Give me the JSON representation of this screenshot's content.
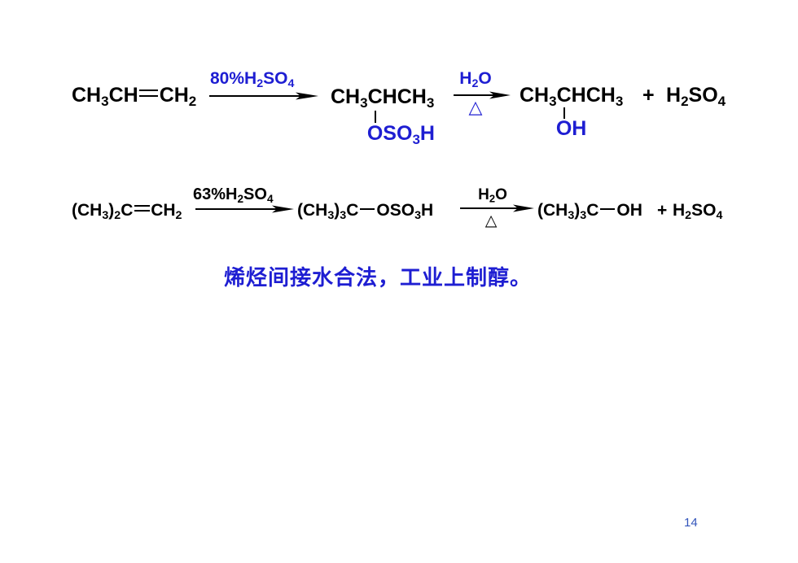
{
  "colors": {
    "accent_blue": "#1e1ed2",
    "page_number": "#3355bb",
    "text": "#000000"
  },
  "reaction_1": {
    "reactant": {
      "left": [
        "CH",
        "3",
        "CH"
      ],
      "right": [
        "CH",
        "2"
      ]
    },
    "step_1": {
      "reagent": [
        "80%H",
        "2",
        "SO",
        "4"
      ]
    },
    "intermediate": {
      "main": [
        "CH",
        "3",
        "C",
        "HCH",
        "3"
      ],
      "substituent": [
        "OSO",
        "3",
        "H"
      ]
    },
    "step_2": {
      "reagent": [
        "H",
        "2",
        "O"
      ],
      "condition": "△"
    },
    "product": {
      "main": [
        "CH",
        "3",
        "C",
        "HCH",
        "3"
      ],
      "substituent": "OH"
    },
    "plus": "+",
    "byproduct": [
      "H",
      "2",
      "SO",
      "4"
    ]
  },
  "reaction_2": {
    "reactant": {
      "left": [
        "(CH",
        "3",
        ")",
        "2",
        "C"
      ],
      "right": [
        "CH",
        "2"
      ]
    },
    "step_1": {
      "reagent": [
        "63%H",
        "2",
        "SO",
        "4"
      ]
    },
    "intermediate": {
      "left": [
        "(CH",
        "3",
        ")",
        "3",
        "C"
      ],
      "right": [
        "OSO",
        "3",
        "H"
      ]
    },
    "step_2": {
      "reagent": [
        "H",
        "2",
        "O"
      ],
      "condition": "△"
    },
    "product": {
      "left": [
        "(CH",
        "3",
        ")",
        "3",
        "C"
      ],
      "right": "OH"
    },
    "plus": "+",
    "byproduct": [
      "H",
      "2",
      "SO",
      "4"
    ]
  },
  "slide": {
    "caption": "烯烃间接水合法，工业上制醇。",
    "page_number": "14"
  }
}
